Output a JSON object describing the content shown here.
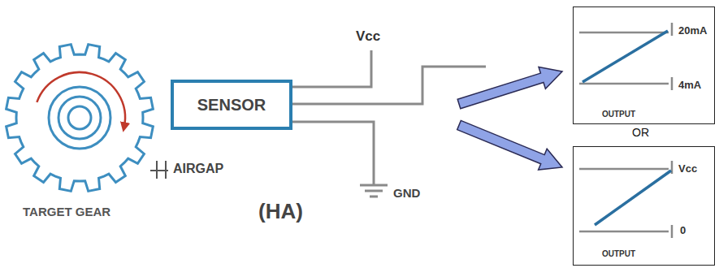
{
  "diagram": {
    "nodes": [
      {
        "text": [
          "SENSOR"
        ]
      },
      {
        "text": [
          "20mA",
          "4mA",
          "OUTPUT"
        ]
      },
      {
        "text": [
          "Vcc",
          "0",
          "OUTPUT"
        ]
      }
    ],
    "labels": [
      "TARGET GEAR",
      "AIRGAP",
      "Vcc",
      "(HA)",
      "GND",
      "OR"
    ]
  }
}
